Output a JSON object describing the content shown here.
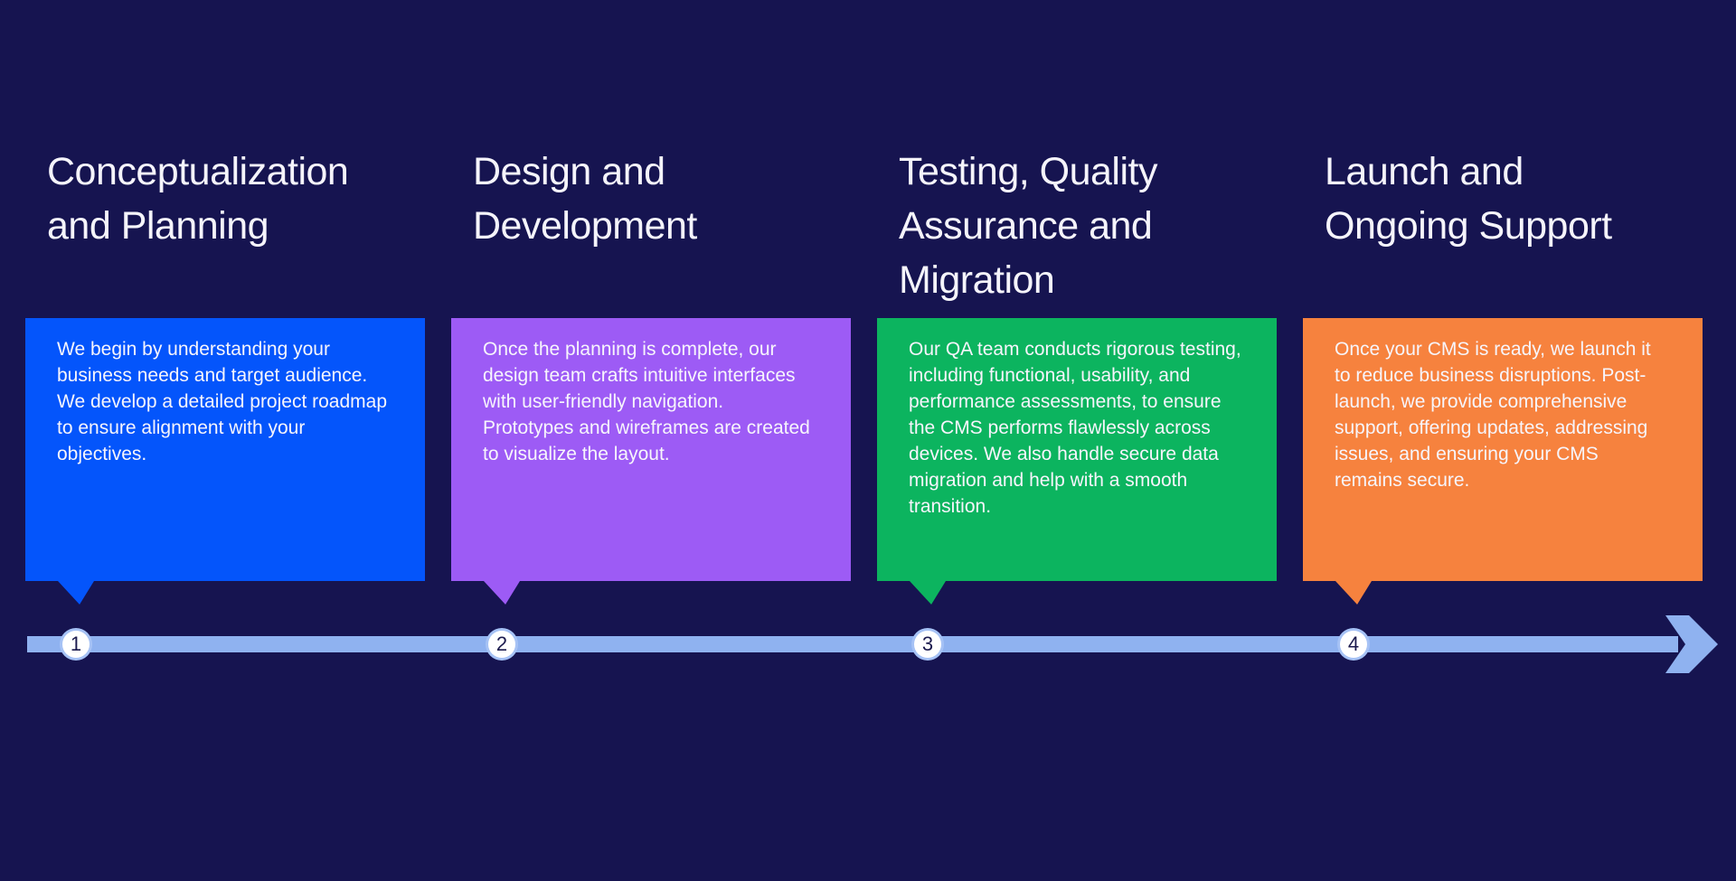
{
  "page": {
    "background": "#161450",
    "title_color": "#F5F4FB",
    "body_text_color": "#F7F5FC"
  },
  "timeline": {
    "bar_color": "#8FB2F0",
    "arrow_icon": "arrow-right",
    "marker_fill": "#FFFFFF",
    "marker_text_color": "#1B1A4E"
  },
  "steps": [
    {
      "number": "1",
      "title": "Conceptualization and Planning",
      "description": "We begin by understanding your business needs and target audience. We develop a detailed project roadmap to ensure alignment with your objectives.",
      "color": "#0455FB"
    },
    {
      "number": "2",
      "title": "Design and Development",
      "description": "Once the planning is complete, our design team crafts intuitive interfaces with user-friendly navigation. Prototypes and wireframes are created to visualize the layout.",
      "color": "#9D5BF5"
    },
    {
      "number": "3",
      "title": "Testing, Quality Assurance and Migration",
      "description": "Our QA team conducts rigorous testing, including functional, usability, and performance assessments, to ensure the CMS performs flawlessly across devices. We also handle secure data migration and help with a smooth transition.",
      "color": "#0CB45F"
    },
    {
      "number": "4",
      "title": "Launch and Ongoing Support",
      "description": "Once your CMS is ready, we launch it to reduce business disruptions. Post-launch, we provide comprehensive support, offering updates, addressing issues, and ensuring your CMS remains secure.",
      "color": "#F6823E"
    }
  ]
}
